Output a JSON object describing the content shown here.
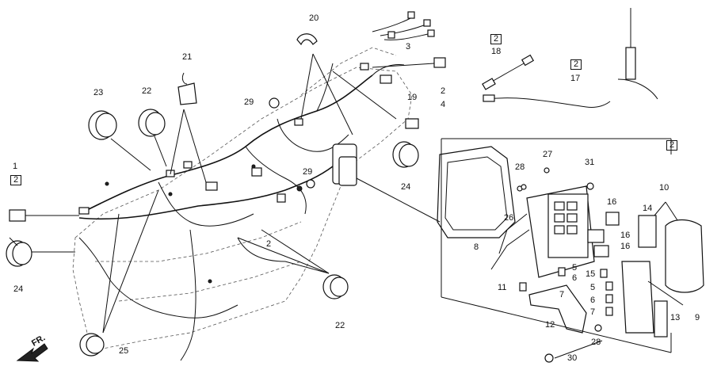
{
  "callouts": {
    "c1": "1",
    "c2_left": "2",
    "c3": "3",
    "c4": "4",
    "c2_upper": "2",
    "c2_18": "2",
    "c18": "18",
    "c2_17": "2",
    "c17": "17",
    "c2_box": "2",
    "c10": "10",
    "c14": "14",
    "c16a": "16",
    "c16b": "16",
    "c16c": "16",
    "c5a": "5",
    "c6a": "6",
    "c15": "15",
    "c5b": "5",
    "c6b": "6",
    "c7a": "7",
    "c7b": "7",
    "c13": "13",
    "c9": "9",
    "c12": "12",
    "c11": "11",
    "c8": "8",
    "c26": "26",
    "c27": "27",
    "c28a": "28",
    "c28b": "28",
    "c31": "31",
    "c30": "30",
    "c20": "20",
    "c21": "21",
    "c22a": "22",
    "c22b": "22",
    "c23": "23",
    "c19": "19",
    "c24a": "24",
    "c24b": "24",
    "c25": "25",
    "c29a": "29",
    "c29b": "29",
    "c2_center": "2"
  },
  "direction_label": "FR."
}
